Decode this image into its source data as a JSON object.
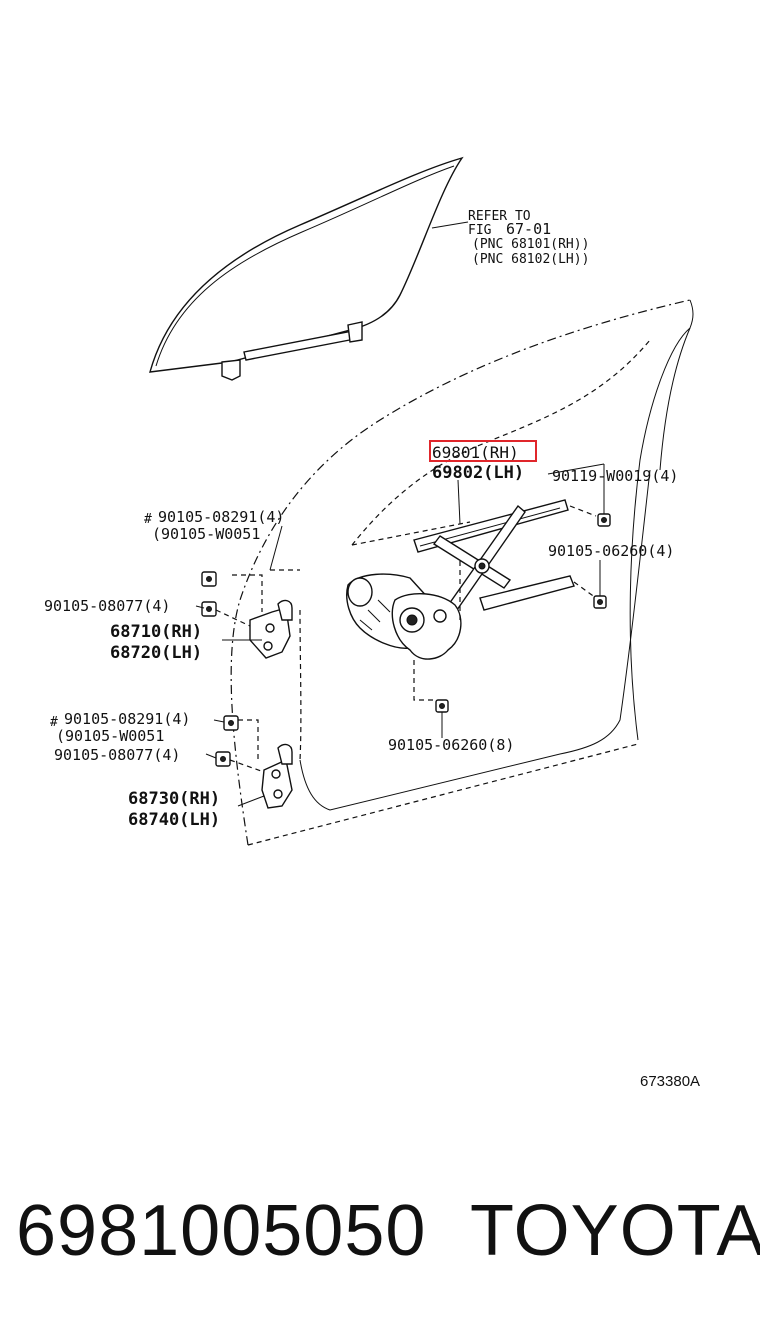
{
  "diagram": {
    "refer": {
      "line1": "REFER TO",
      "line2_prefix": "FIG",
      "line2_num": "67-01",
      "line3": "(PNC 68101(RH))",
      "line4": "(PNC 68102(LH))"
    },
    "labels": {
      "regulator_rh": "69801(RH)",
      "regulator_lh": "69802(LH)",
      "bolt_upper_right": "90119-W0019(4)",
      "bolt_mid_right": "90105-06260(4)",
      "bolt_bottom": "90105-06260(8)",
      "hinge_upper_bolt_a": "90105-08291(4)",
      "hinge_upper_bolt_a_mark": "#",
      "hinge_upper_bolt_b": "(90105-W0051",
      "hinge_upper_bolt_c": "90105-08077(4)",
      "hinge_upper_rh": "68710(RH)",
      "hinge_upper_lh": "68720(LH)",
      "hinge_lower_bolt_a": "90105-08291(4)",
      "hinge_lower_bolt_a_mark": "#",
      "hinge_lower_bolt_b": "(90105-W0051",
      "hinge_lower_bolt_c": "90105-08077(4)",
      "hinge_lower_rh": "68730(RH)",
      "hinge_lower_lh": "68740(LH)"
    },
    "figure_code": "673380A",
    "highlight_color": "#e0262b"
  },
  "footer": {
    "part_number": "6981005050",
    "brand": "TOYOTA"
  }
}
